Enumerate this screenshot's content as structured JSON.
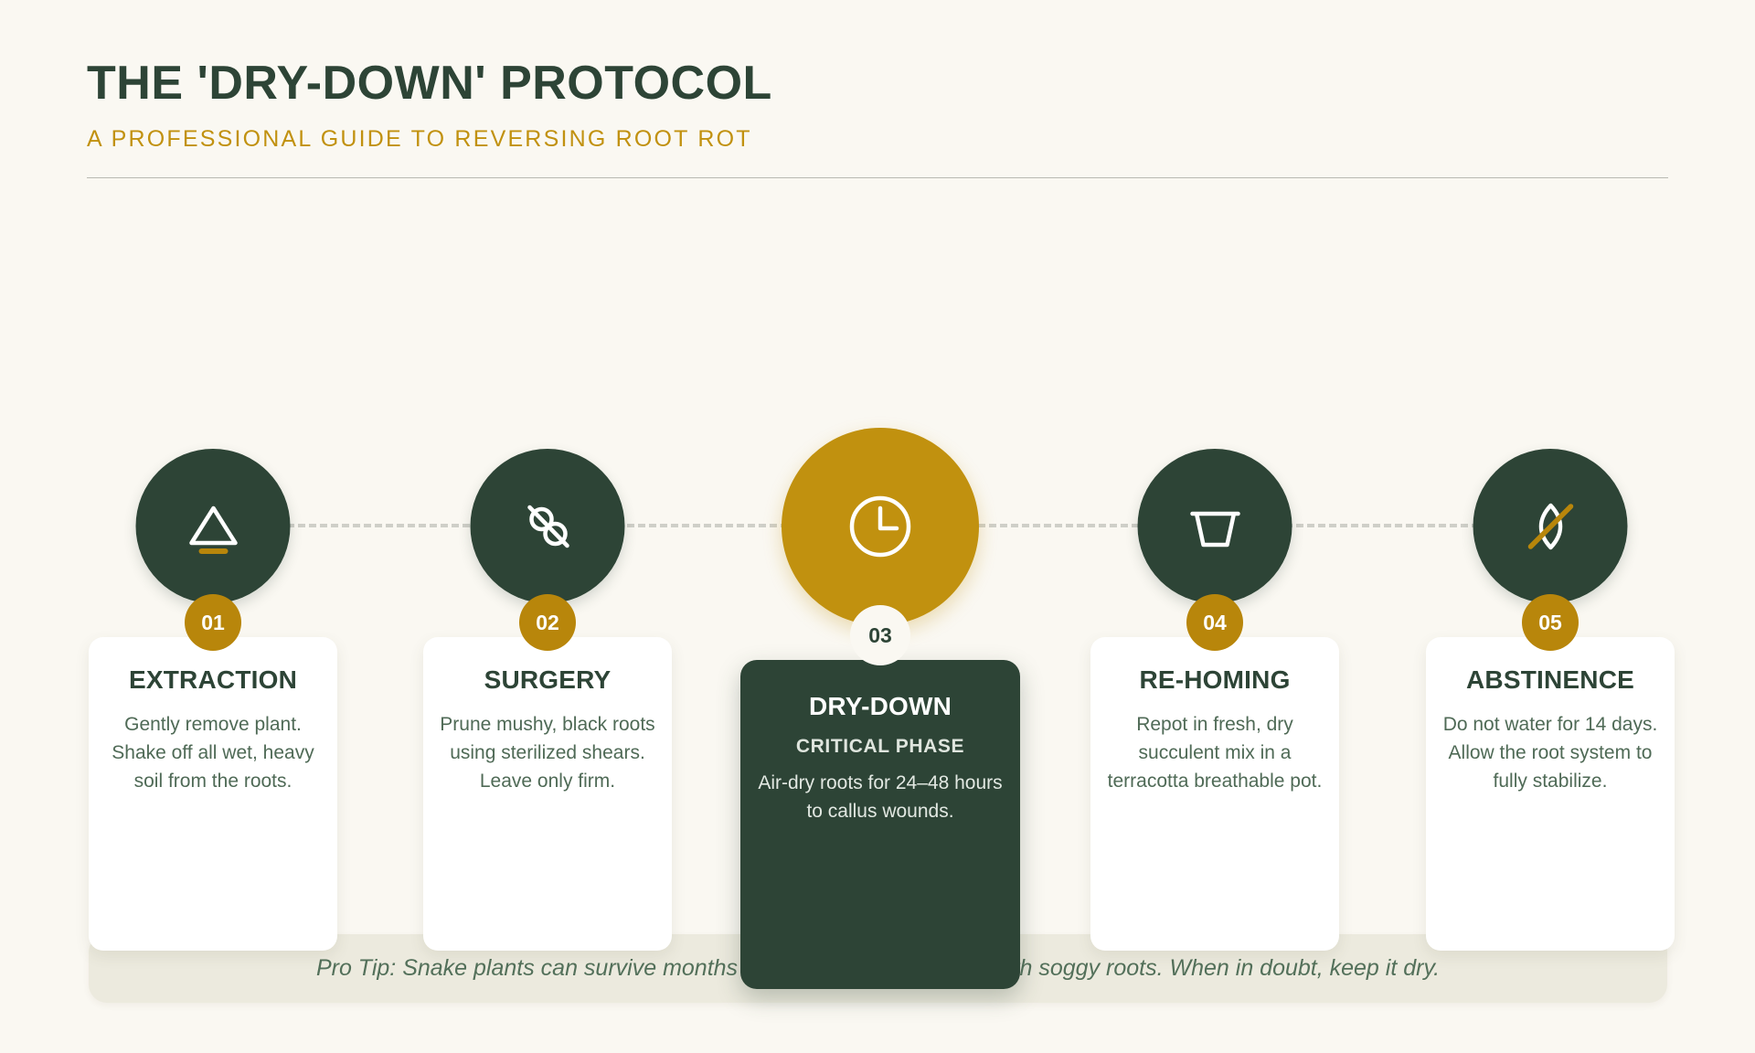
{
  "header": {
    "title": "THE 'DRY-DOWN' PROTOCOL",
    "subtitle": "A PROFESSIONAL GUIDE TO REVERSING ROOT ROT"
  },
  "colors": {
    "background": "#faf8f2",
    "dark_green": "#2d4436",
    "gold": "#c1910f",
    "badge_gold": "#b8860b",
    "body_text": "#4f6a56",
    "connector": "#cfcfc8",
    "tip_band": "#eceade"
  },
  "steps": [
    {
      "number": "01",
      "title": "EXTRACTION",
      "subtitle": "",
      "body": "Gently remove plant. Shake off all wet, heavy soil from the roots.",
      "icon": "eject-triangle-icon",
      "highlight": false
    },
    {
      "number": "02",
      "title": "SURGERY",
      "subtitle": "",
      "body": "Prune mushy, black roots using sterilized shears. Leave only firm.",
      "icon": "shears-icon",
      "highlight": false
    },
    {
      "number": "03",
      "title": "DRY-DOWN",
      "subtitle": "CRITICAL PHASE",
      "body": "Air-dry roots for 24–48 hours to callus wounds.",
      "icon": "clock-icon",
      "highlight": true
    },
    {
      "number": "04",
      "title": "RE-HOMING",
      "subtitle": "",
      "body": "Repot in fresh, dry succulent mix in a terracotta breathable pot.",
      "icon": "plant-pot-icon",
      "highlight": false
    },
    {
      "number": "05",
      "title": "ABSTINENCE",
      "subtitle": "",
      "body": "Do not water for 14 days. Allow the root system to fully stabilize.",
      "icon": "no-water-drop-icon",
      "highlight": false
    }
  ],
  "footer": {
    "tip": "Pro Tip: Snake plants can survive months without water, but never with soggy roots. When in doubt, keep it dry."
  }
}
